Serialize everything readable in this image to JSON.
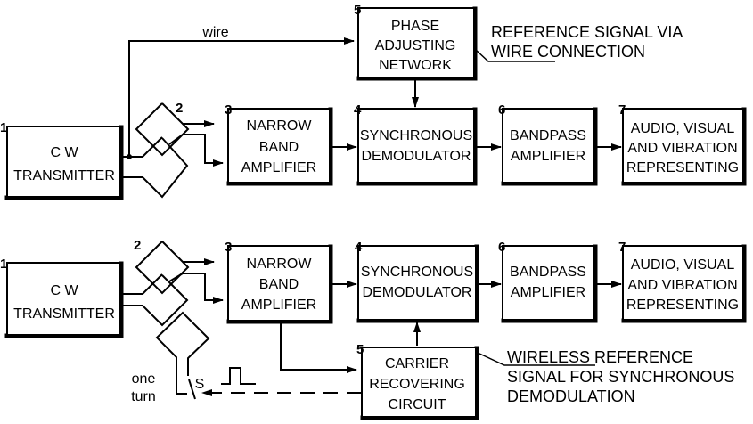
{
  "top_system": {
    "blocks": [
      {
        "num": "1",
        "lines": [
          "C W",
          "TRANSMITTER"
        ]
      },
      {
        "num": "2",
        "lines": []
      },
      {
        "num": "3",
        "lines": [
          "NARROW",
          "BAND",
          "AMPLIFIER"
        ]
      },
      {
        "num": "4",
        "lines": [
          "SYNCHRONOUS",
          "DEMODULATOR"
        ]
      },
      {
        "num": "5",
        "lines": [
          "PHASE",
          "ADJUSTING",
          "NETWORK"
        ]
      },
      {
        "num": "6",
        "lines": [
          "BANDPASS",
          "AMPLIFIER"
        ]
      },
      {
        "num": "7",
        "lines": [
          "AUDIO, VISUAL",
          "AND  VIBRATION",
          "REPRESENTING"
        ]
      }
    ],
    "wire_label": "wire",
    "annotation": [
      "REFERENCE SIGNAL VIA",
      "WIRE CONNECTION"
    ]
  },
  "bottom_system": {
    "blocks": [
      {
        "num": "1",
        "lines": [
          "C W",
          "TRANSMITTER"
        ]
      },
      {
        "num": "2",
        "lines": []
      },
      {
        "num": "3",
        "lines": [
          "NARROW",
          "BAND",
          "AMPLIFIER"
        ]
      },
      {
        "num": "4",
        "lines": [
          "SYNCHRONOUS",
          "DEMODULATOR"
        ]
      },
      {
        "num": "5",
        "lines": [
          "CARRIER",
          "RECOVERING",
          "CIRCUIT"
        ]
      },
      {
        "num": "6",
        "lines": [
          "BANDPASS",
          "AMPLIFIER"
        ]
      },
      {
        "num": "7",
        "lines": [
          "AUDIO, VISUAL",
          "AND  VIBRATION",
          "REPRESENTING"
        ]
      }
    ],
    "loop_label": [
      "one",
      "turn"
    ],
    "switch_label": "S",
    "annotation_underlined": "WIRELESS",
    "annotation": [
      "REFERENCE",
      "SIGNAL FOR SYNCHRONOUS",
      "DEMODULATION"
    ]
  }
}
